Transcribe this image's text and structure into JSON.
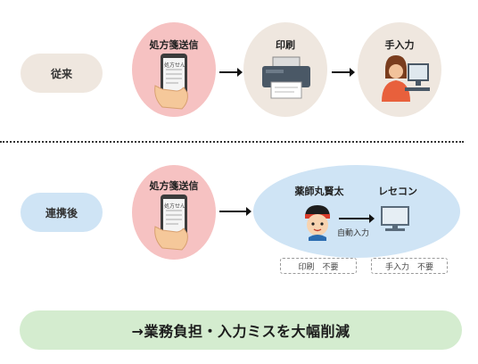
{
  "row1": {
    "label": "従来",
    "step1": "処方箋送信",
    "step2": "印刷",
    "step3": "手入力",
    "phone_text": "処方せん"
  },
  "row2": {
    "label": "連携後",
    "step1": "処方箋送信",
    "phone_text": "処方せん",
    "app_name": "薬師丸賢太",
    "target": "レセコン",
    "auto_input": "自動入力",
    "note_print": "印刷　不要",
    "note_input": "手入力　不要"
  },
  "banner": "→業務負担・入力ミスを大幅削減",
  "colors": {
    "row1_pill": "#efe7df",
    "row2_pill": "#cfe4f5",
    "pink_circle": "#f6c2c2",
    "beige_circle": "#efe7df",
    "blue_ellipse": "#cfe4f5",
    "banner": "#d4eccf"
  },
  "icons": [
    "phone-icon",
    "printer-icon",
    "typing-person-icon",
    "pharmacist-character-icon",
    "computer-icon"
  ]
}
